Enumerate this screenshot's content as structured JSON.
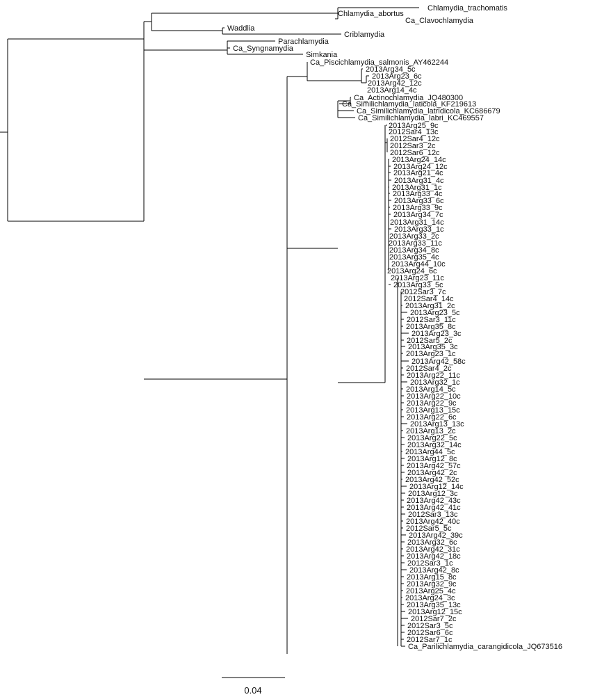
{
  "tree": {
    "scale_bar": {
      "label": "0.04"
    },
    "taxa": [
      "Chlamydia_trachomatis",
      "Chlamydia_abortus",
      "Ca_Clavochlamydia",
      "Waddlia",
      "Criblamydia",
      "Parachlamydia",
      "Ca_Syngnamydia",
      "Simkania",
      "Ca_Piscichlamydia_salmonis_AY462244",
      "2013Arg34_5c",
      "2013Arg23_6c",
      "2013Arg42_12c",
      "2013Arg14_4c",
      "Ca_Actinochlamydia_JQ480300",
      "Ca_Similichlamydia_laticola_KF219613",
      "Ca_Similichlamydia_latridicola_KC686679",
      "Ca_Similichlamydia_labri_KC469557",
      "2013Arg25_9c",
      "2012Sar4_13c",
      "2012Sar4_12c",
      "2012Sar3_2c",
      "2012Sar6_12c",
      "2013Arg24_14c",
      "2013Arg24_12c",
      "2013Arg21_4c",
      "2013Arg31_4c",
      "2013Arg31_1c",
      "2013Arg33_4c",
      "2013Arg33_6c",
      "2013Arg33_9c",
      "2013Arg34_7c",
      "2013Arg31_14c",
      "2013Arg33_1c",
      "2013Arg33_2c",
      "2013Arg33_11c",
      "2013Arg34_8c",
      "2013Arg35_4c",
      "2013Arg44_10c",
      "2013Arg24_6c",
      "2013Arg23_11c",
      "2013Arg33_5c",
      "2012Sar3_7c",
      "2012Sar4_14c",
      "2013Arg31_2c",
      "2013Arg23_5c",
      "2012Sar3_11c",
      "2013Arg35_8c",
      "2013Arg23_3c",
      "2012Sar5_2c",
      "2013Arg35_3c",
      "2013Arg23_1c",
      "2013Arg42_58c",
      "2012Sar4_2c",
      "2013Arg22_11c",
      "2013Arg32_1c",
      "2013Arg14_5c",
      "2013Arg22_10c",
      "2013Arg22_9c",
      "2013Arg13_15c",
      "2013Arg22_6c",
      "2013Arg13_13c",
      "2013Arg13_2c",
      "2013Arg22_5c",
      "2013Arg32_14c",
      "2013Arg44_5c",
      "2013Arg12_8c",
      "2013Arg42_57c",
      "2013Arg42_2c",
      "2013Arg42_52c",
      "2013Arg12_14c",
      "2013Arg12_3c",
      "2013Arg42_43c",
      "2013Arg42_41c",
      "2012Sar3_13c",
      "2013Arg42_40c",
      "2012Sar5_5c",
      "2013Arg42_39c",
      "2013Arg32_6c",
      "2013Arg42_31c",
      "2013Arg42_18c",
      "2012Sar3_1c",
      "2013Arg42_8c",
      "2013Arg15_8c",
      "2013Arg32_9c",
      "2013Arg25_4c",
      "2013Arg24_3c",
      "2013Arg35_13c",
      "2013Arg12_15c",
      "2012Sar7_2c",
      "2012Sar3_5c",
      "2012Sar6_6c",
      "2012Sar7_1c",
      "Ca_Parilichlamydia_carangidicola_JQ673516"
    ]
  }
}
